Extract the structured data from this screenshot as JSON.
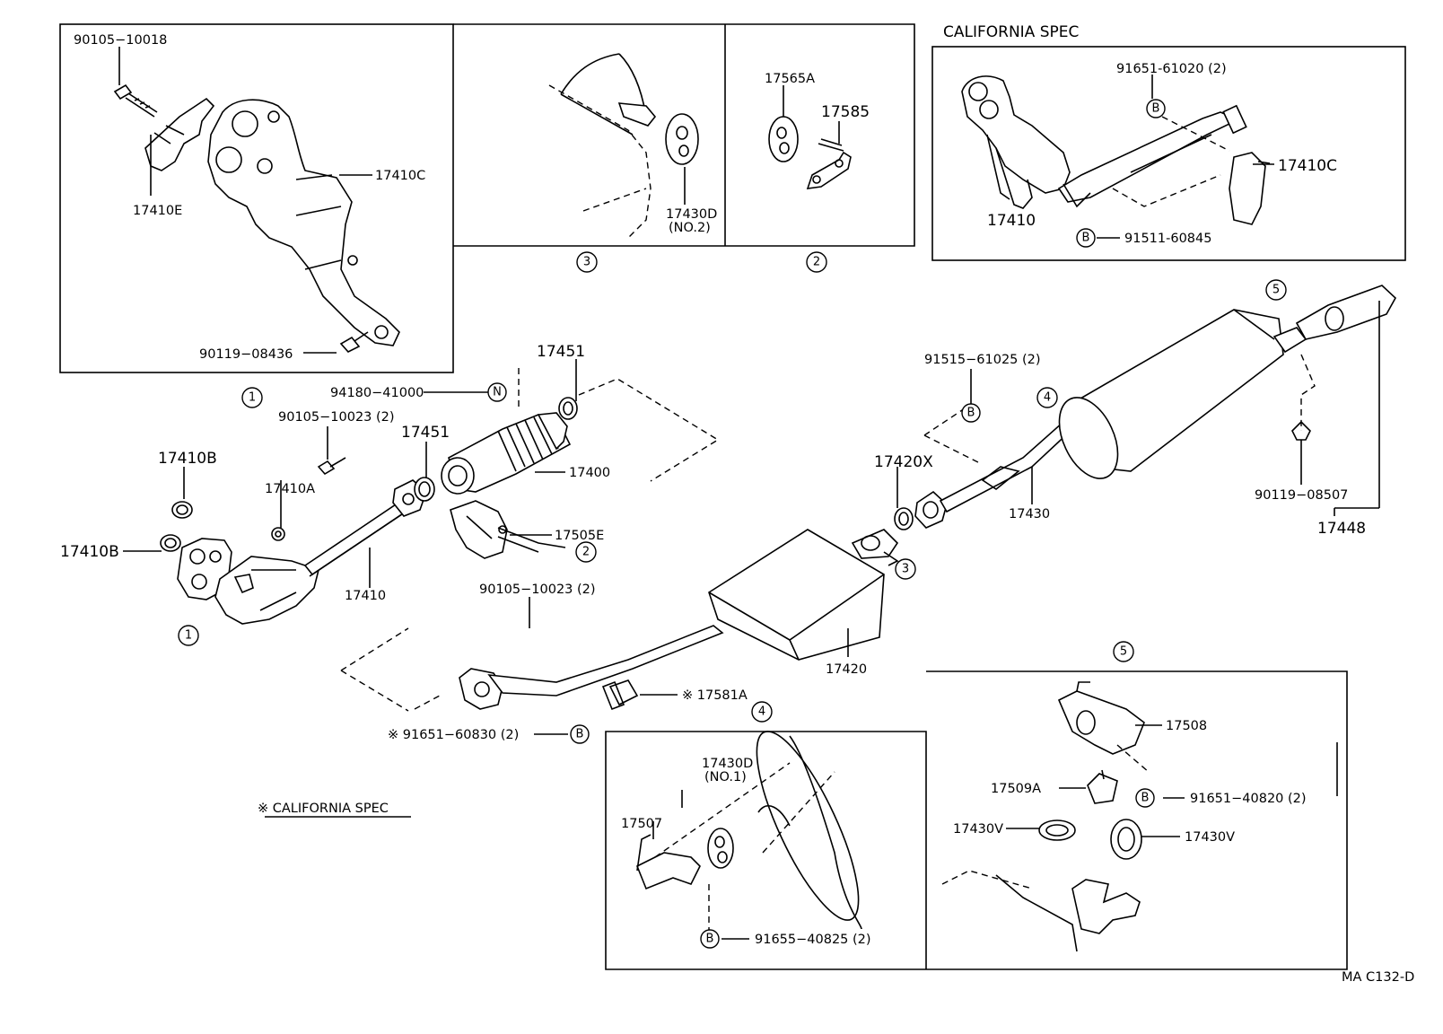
{
  "header": {
    "california_spec": "CALIFORNIA SPEC"
  },
  "footer": {
    "code": "MA C132-D",
    "note": "※ CALIFORNIA SPEC"
  },
  "callouts": {
    "one": "1",
    "two": "2",
    "three": "3",
    "four": "4",
    "five": "5",
    "b": "B",
    "n": "N"
  },
  "parts": {
    "p90105_10018": "90105−10018",
    "p17410E": "17410E",
    "p17410C_a": "17410C",
    "p90119_08436": "90119−08436",
    "p17430D_no2": "17430D",
    "no2": "(NO.2)",
    "p17565A": "17565A",
    "p17585": "17585",
    "p91651_61020": "91651-61020 (2)",
    "p17410C_b": "17410C",
    "p17410_cal": "17410",
    "p91511_60845": "91511-60845",
    "p17451_a": "17451",
    "p94180_41000": "94180−41000",
    "p90105_10023_a": "90105−10023 (2)",
    "p17451_b": "17451",
    "p17400": "17400",
    "p17410B_a": "17410B",
    "p17410A": "17410A",
    "p17410B_b": "17410B",
    "p17410": "17410",
    "p17505E": "17505E",
    "p90105_10023_b": "90105−10023 (2)",
    "p17581A": "※ 17581A",
    "p91651_60830": "※ 91651−60830 (2)",
    "p91515_61025": "91515−61025 (2)",
    "p17420X": "17420X",
    "p17430": "17430",
    "p17420": "17420",
    "p90119_08507": "90119−08507",
    "p17448": "17448",
    "p17430D_no1": "17430D",
    "no1": "(NO.1)",
    "p17507": "17507",
    "p91655_40825": "91655−40825 (2)",
    "p17508": "17508",
    "p17509A": "17509A",
    "p91651_40820": "91651−40820 (2)",
    "p17430V_a": "17430V",
    "p17430V_b": "17430V"
  }
}
